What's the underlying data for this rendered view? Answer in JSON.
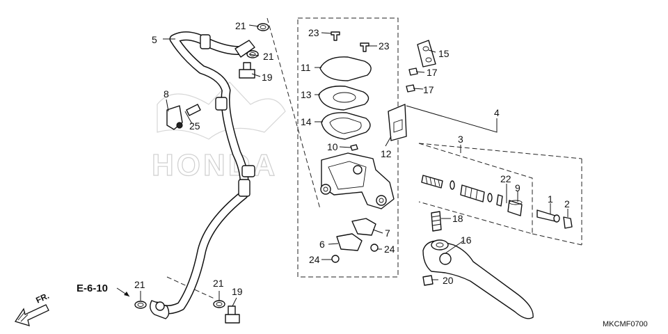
{
  "diagram": {
    "watermark": "HONDA",
    "figure_code": "MKCMF0700",
    "reference_label": "E-6-10",
    "direction_label": "FR.",
    "callouts": [
      "1",
      "2",
      "3",
      "4",
      "5",
      "6",
      "7",
      "8",
      "9",
      "10",
      "11",
      "12",
      "13",
      "14",
      "15",
      "16",
      "17",
      "18",
      "19",
      "20",
      "21",
      "22",
      "23",
      "24",
      "25"
    ]
  }
}
